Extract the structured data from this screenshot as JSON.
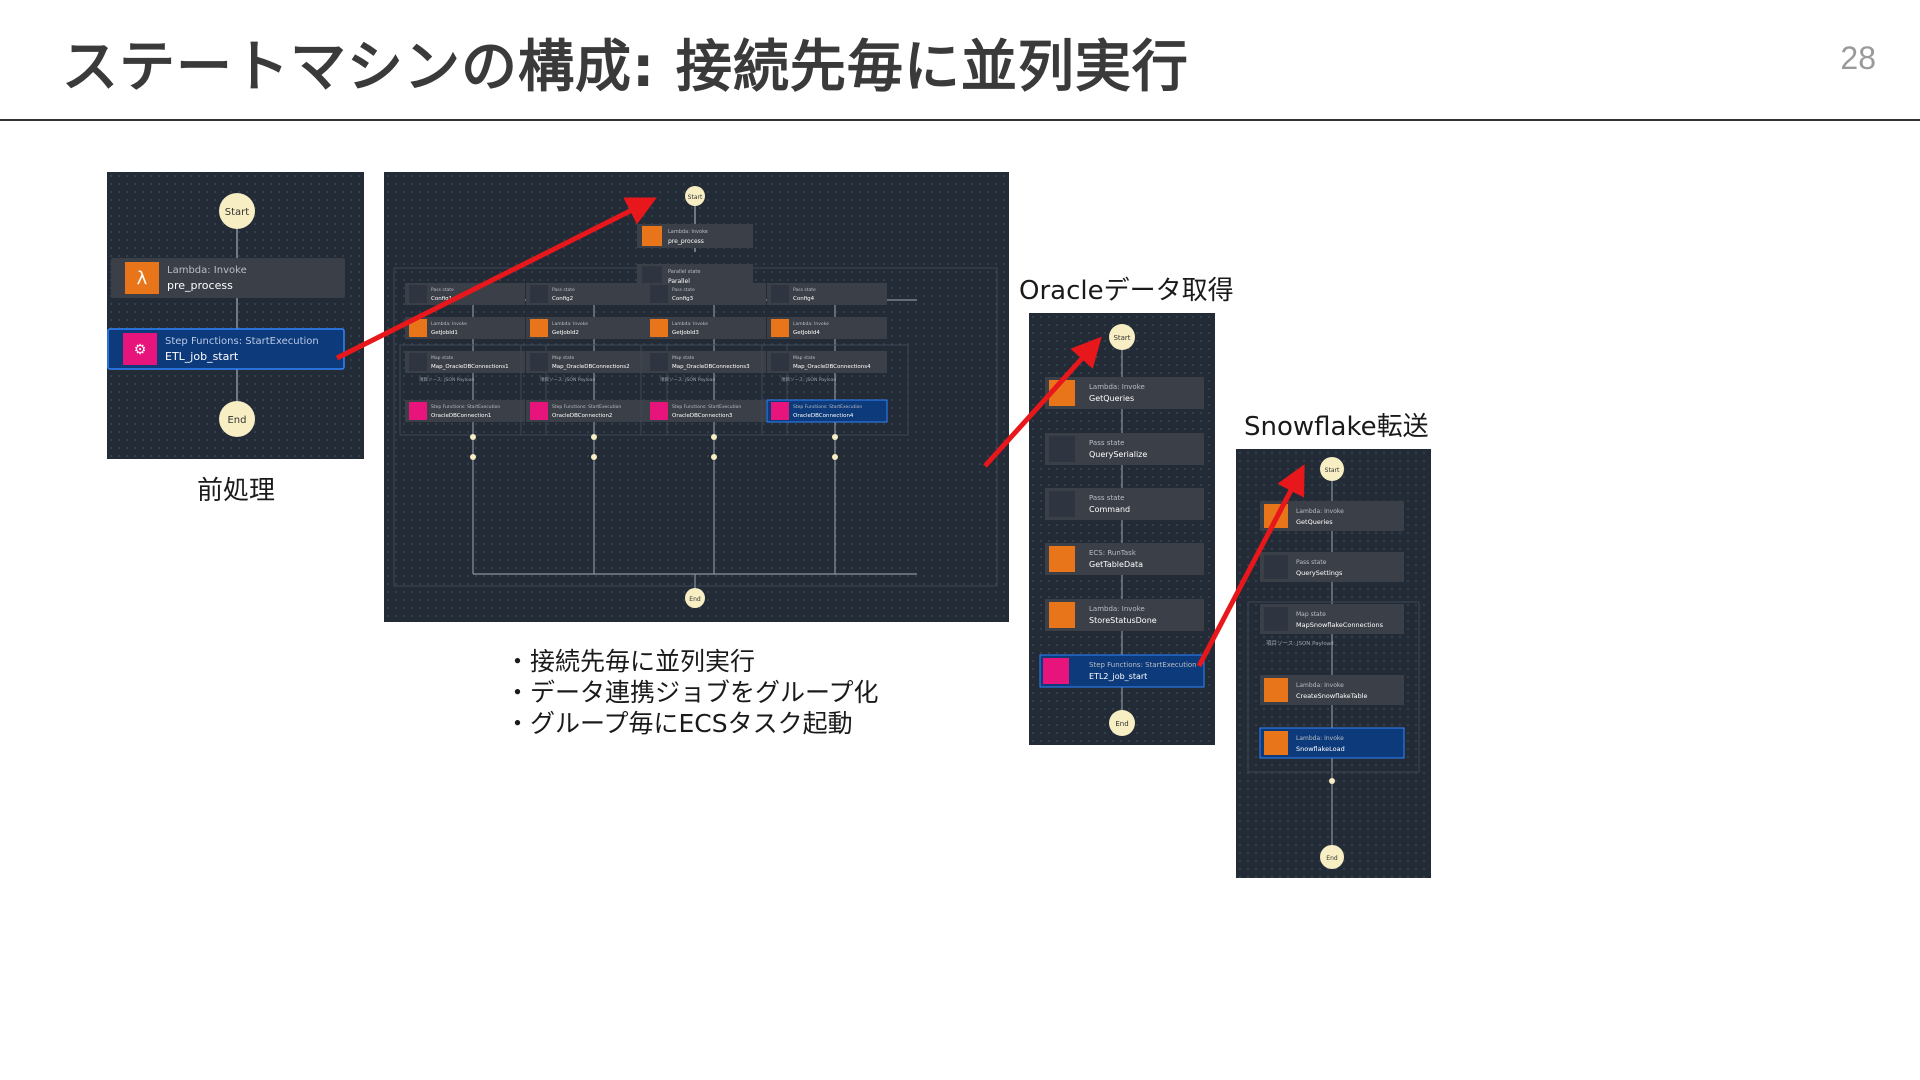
{
  "slide": {
    "title": "ステートマシンの構成: 接続先毎に並列実行",
    "page_number": "28"
  },
  "captions": {
    "preprocess": "前処理",
    "oracle": "Oracleデータ取得",
    "snowflake": "Snowflake転送"
  },
  "bullets": [
    "・接続先毎に並列実行",
    "・データ連携ジョブをグループ化",
    "・グループ毎にECSタスク起動"
  ],
  "colors": {
    "panel_bg": "#222b36",
    "node_bg": "#3b3f47",
    "lambda_orange": "#e8751a",
    "stepfn_pink": "#e7157b",
    "selected_blue": "#0d3a7a",
    "terminal_fill": "#f7eec3",
    "arrow_red": "#e8171b"
  },
  "diagrams": {
    "preprocess": {
      "start_label": "Start",
      "end_label": "End",
      "nodes": [
        {
          "type": "Lambda: Invoke",
          "name": "pre_process",
          "icon": "lambda-icon"
        },
        {
          "type": "Step Functions: StartExecution",
          "name": "ETL_job_start",
          "icon": "step-functions-icon"
        }
      ]
    },
    "parallel": {
      "start_label": "Start",
      "end_label": "End",
      "top_nodes": [
        {
          "type": "Lambda: Invoke",
          "name": "pre_process"
        },
        {
          "type": "Parallel state",
          "name": "Parallel"
        }
      ],
      "branches": [
        {
          "config": "Config1",
          "lambda": "GetJobId1",
          "map": "Map_OracleDBConnections1",
          "map_note": "項目ソース: JSON Payload",
          "stepfn": "OracleDBConnection1"
        },
        {
          "config": "Config2",
          "lambda": "GetJobId2",
          "map": "Map_OracleDBConnections2",
          "map_note": "項目ソース: JSON Payload",
          "stepfn": "OracleDBConnection2"
        },
        {
          "config": "Config3",
          "lambda": "GetJobId3",
          "map": "Map_OracleDBConnections3",
          "map_note": "項目ソース: JSON Payload",
          "stepfn": "OracleDBConnection3"
        },
        {
          "config": "Config4",
          "lambda": "GetJobId4",
          "map": "Map_OracleDBConnections4",
          "map_note": "項目ソース: JSON Payload",
          "stepfn": "OracleDBConnection4"
        }
      ],
      "labels": {
        "pass": "Pass state",
        "lambda": "Lambda: Invoke",
        "map": "Map state",
        "stepfn": "Step Functions: StartExecution"
      }
    },
    "oracle": {
      "start_label": "Start",
      "end_label": "End",
      "nodes": [
        {
          "type": "Lambda: Invoke",
          "name": "GetQueries",
          "icon": "lambda-icon"
        },
        {
          "type": "Pass state",
          "name": "QuerySerialize",
          "icon": "pass-state-icon"
        },
        {
          "type": "Pass state",
          "name": "Command",
          "icon": "pass-state-icon"
        },
        {
          "type": "ECS: RunTask",
          "name": "GetTableData",
          "icon": "ecs-icon"
        },
        {
          "type": "Lambda: Invoke",
          "name": "StoreStatusDone",
          "icon": "lambda-icon"
        },
        {
          "type": "Step Functions: StartExecution",
          "name": "ETL2_job_start",
          "icon": "step-functions-icon"
        }
      ]
    },
    "snowflake": {
      "start_label": "Start",
      "end_label": "End",
      "nodes": [
        {
          "type": "Lambda: Invoke",
          "name": "GetQueries",
          "icon": "lambda-icon"
        },
        {
          "type": "Pass state",
          "name": "QuerySettings",
          "icon": "pass-state-icon"
        },
        {
          "type": "Map state",
          "name": "MapSnowflakeConnections",
          "note": "項目ソース: JSON Payload",
          "icon": "map-state-icon"
        },
        {
          "type": "Lambda: Invoke",
          "name": "CreateSnowflakeTable",
          "icon": "lambda-icon"
        },
        {
          "type": "Lambda: Invoke",
          "name": "SnowflakeLoad",
          "icon": "lambda-icon"
        }
      ]
    }
  }
}
